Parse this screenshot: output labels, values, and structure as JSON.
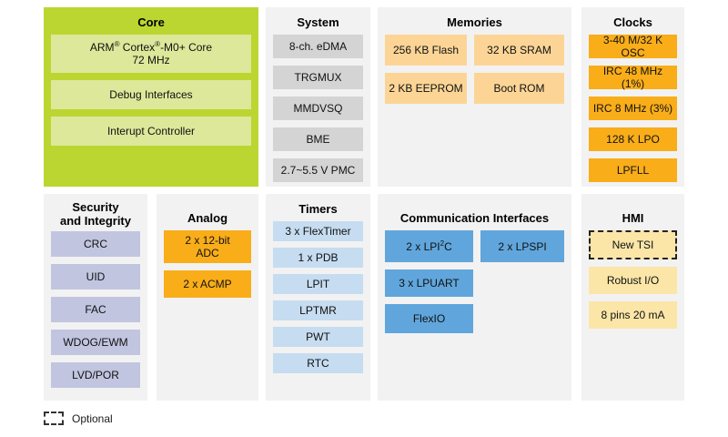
{
  "diagram": {
    "legend": {
      "optional_label": "Optional"
    },
    "panels": {
      "core": {
        "title": "Core",
        "blocks": [
          {
            "label": "ARM® Cortex®-M0+ Core\n72 MHz"
          },
          {
            "label": "Debug Interfaces"
          },
          {
            "label": "Interupt Controller"
          }
        ]
      },
      "system": {
        "title": "System",
        "blocks": [
          {
            "label": "8-ch. eDMA"
          },
          {
            "label": "TRGMUX"
          },
          {
            "label": "MMDVSQ"
          },
          {
            "label": "BME"
          },
          {
            "label": "2.7~5.5 V PMC"
          }
        ]
      },
      "memories": {
        "title": "Memories",
        "blocks": [
          {
            "label": "256 KB Flash"
          },
          {
            "label": "32 KB SRAM"
          },
          {
            "label": "2 KB EEPROM"
          },
          {
            "label": "Boot ROM"
          }
        ]
      },
      "clocks": {
        "title": "Clocks",
        "blocks": [
          {
            "label": "3-40 M/32 K OSC"
          },
          {
            "label": "IRC 48 MHz (1%)"
          },
          {
            "label": "IRC 8 MHz (3%)"
          },
          {
            "label": "128 K LPO"
          },
          {
            "label": "LPFLL"
          }
        ]
      },
      "security": {
        "title": "Security\nand Integrity",
        "title_line1": "Security",
        "title_line2": "and Integrity",
        "blocks": [
          {
            "label": "CRC"
          },
          {
            "label": "UID"
          },
          {
            "label": "FAC"
          },
          {
            "label": "WDOG/EWM"
          },
          {
            "label": "LVD/POR"
          }
        ]
      },
      "analog": {
        "title": "Analog",
        "blocks": [
          {
            "label": "2 x 12-bit\nADC"
          },
          {
            "label": "2 x ACMP"
          }
        ]
      },
      "timers": {
        "title": "Timers",
        "blocks": [
          {
            "label": "3 x FlexTimer"
          },
          {
            "label": "1 x PDB"
          },
          {
            "label": "LPIT"
          },
          {
            "label": "LPTMR"
          },
          {
            "label": "PWT"
          },
          {
            "label": "RTC"
          }
        ]
      },
      "communication": {
        "title": "Communication Interfaces",
        "blocks": [
          {
            "label": "2 x LPI²C"
          },
          {
            "label": "2 x LPSPI"
          },
          {
            "label": "3 x LPUART"
          },
          {
            "label": "FlexIO"
          }
        ]
      },
      "hmi": {
        "title": "HMI",
        "blocks": [
          {
            "label": "New TSI",
            "optional": true
          },
          {
            "label": "Robust I/O"
          },
          {
            "label": "8 pins 20 mA"
          }
        ]
      }
    }
  },
  "colors": {
    "core_panel": "#bcd631",
    "core_block": "#dde89a",
    "panel_bg": "#f2f2f2",
    "system_block": "#d4d4d4",
    "memories_block": "#fcd596",
    "clocks_block": "#f9ad19",
    "security_block": "#c2c5e0",
    "analog_block": "#f9ad19",
    "timers_block": "#c6dcf0",
    "communication_block": "#60a6dc",
    "hmi_block": "#fbe6a8"
  }
}
